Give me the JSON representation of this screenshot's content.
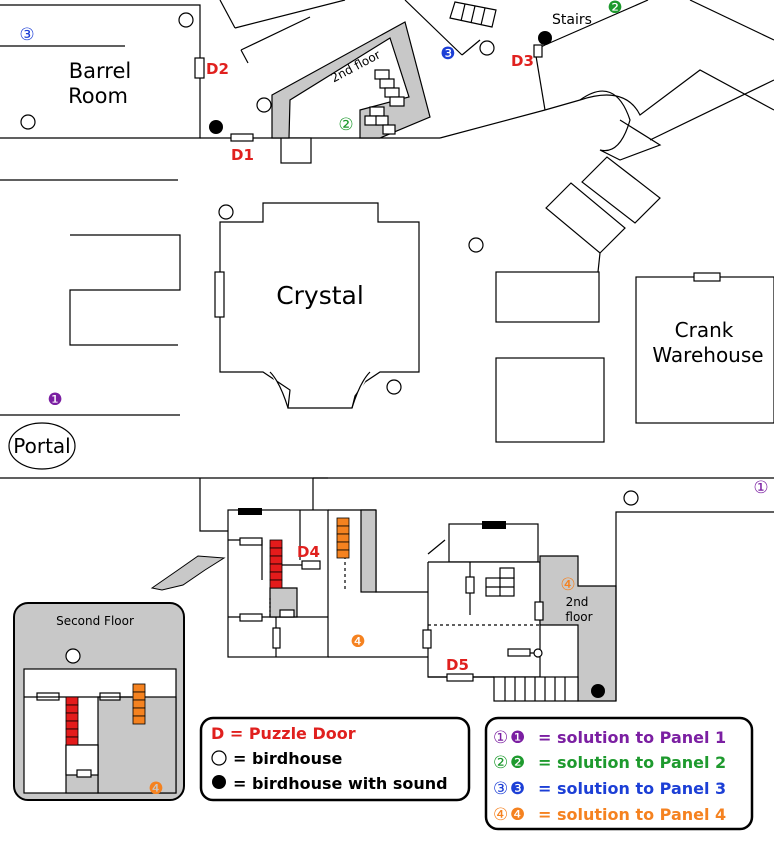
{
  "rooms": {
    "barrel_room_line1": "Barrel",
    "barrel_room_line2": "Room",
    "crystal": "Crystal",
    "crank_warehouse_line1": "Crank",
    "crank_warehouse_line2": "Warehouse",
    "portal": "Portal",
    "stairs": "Stairs",
    "second_floor_top": "2nd floor",
    "second_floor_right_line1": "2nd",
    "second_floor_right_line2": "floor",
    "second_floor_inset": "Second Floor"
  },
  "doors": {
    "d1": "D1",
    "d2": "D2",
    "d3": "D3",
    "d4": "D4",
    "d5": "D5"
  },
  "markers": {
    "panel1_open": "①",
    "panel1_filled": "❶",
    "panel2_open": "②",
    "panel2_filled": "❷",
    "panel3_open": "③",
    "panel3_filled": "❸",
    "panel4_open": "④",
    "panel4_filled": "❹"
  },
  "legend_left": {
    "puzzle_door": "D = Puzzle Door",
    "birdhouse": "= birdhouse",
    "birdhouse_sound": "= birdhouse with sound"
  },
  "legend_right": {
    "panel1": "= solution to Panel 1",
    "panel2": "= solution to Panel 2",
    "panel3": "= solution to Panel 3",
    "panel4": "= solution to Panel 4"
  },
  "colors": {
    "door_red": "#e0201e",
    "panel1_purple": "#7b1fa2",
    "panel2_green": "#1e9a2e",
    "panel3_blue": "#1c3fd6",
    "panel4_orange": "#f58220",
    "floor_gray": "#c8c8c8",
    "stair_red": "#e41b1b",
    "stair_orange": "#f5821f"
  }
}
